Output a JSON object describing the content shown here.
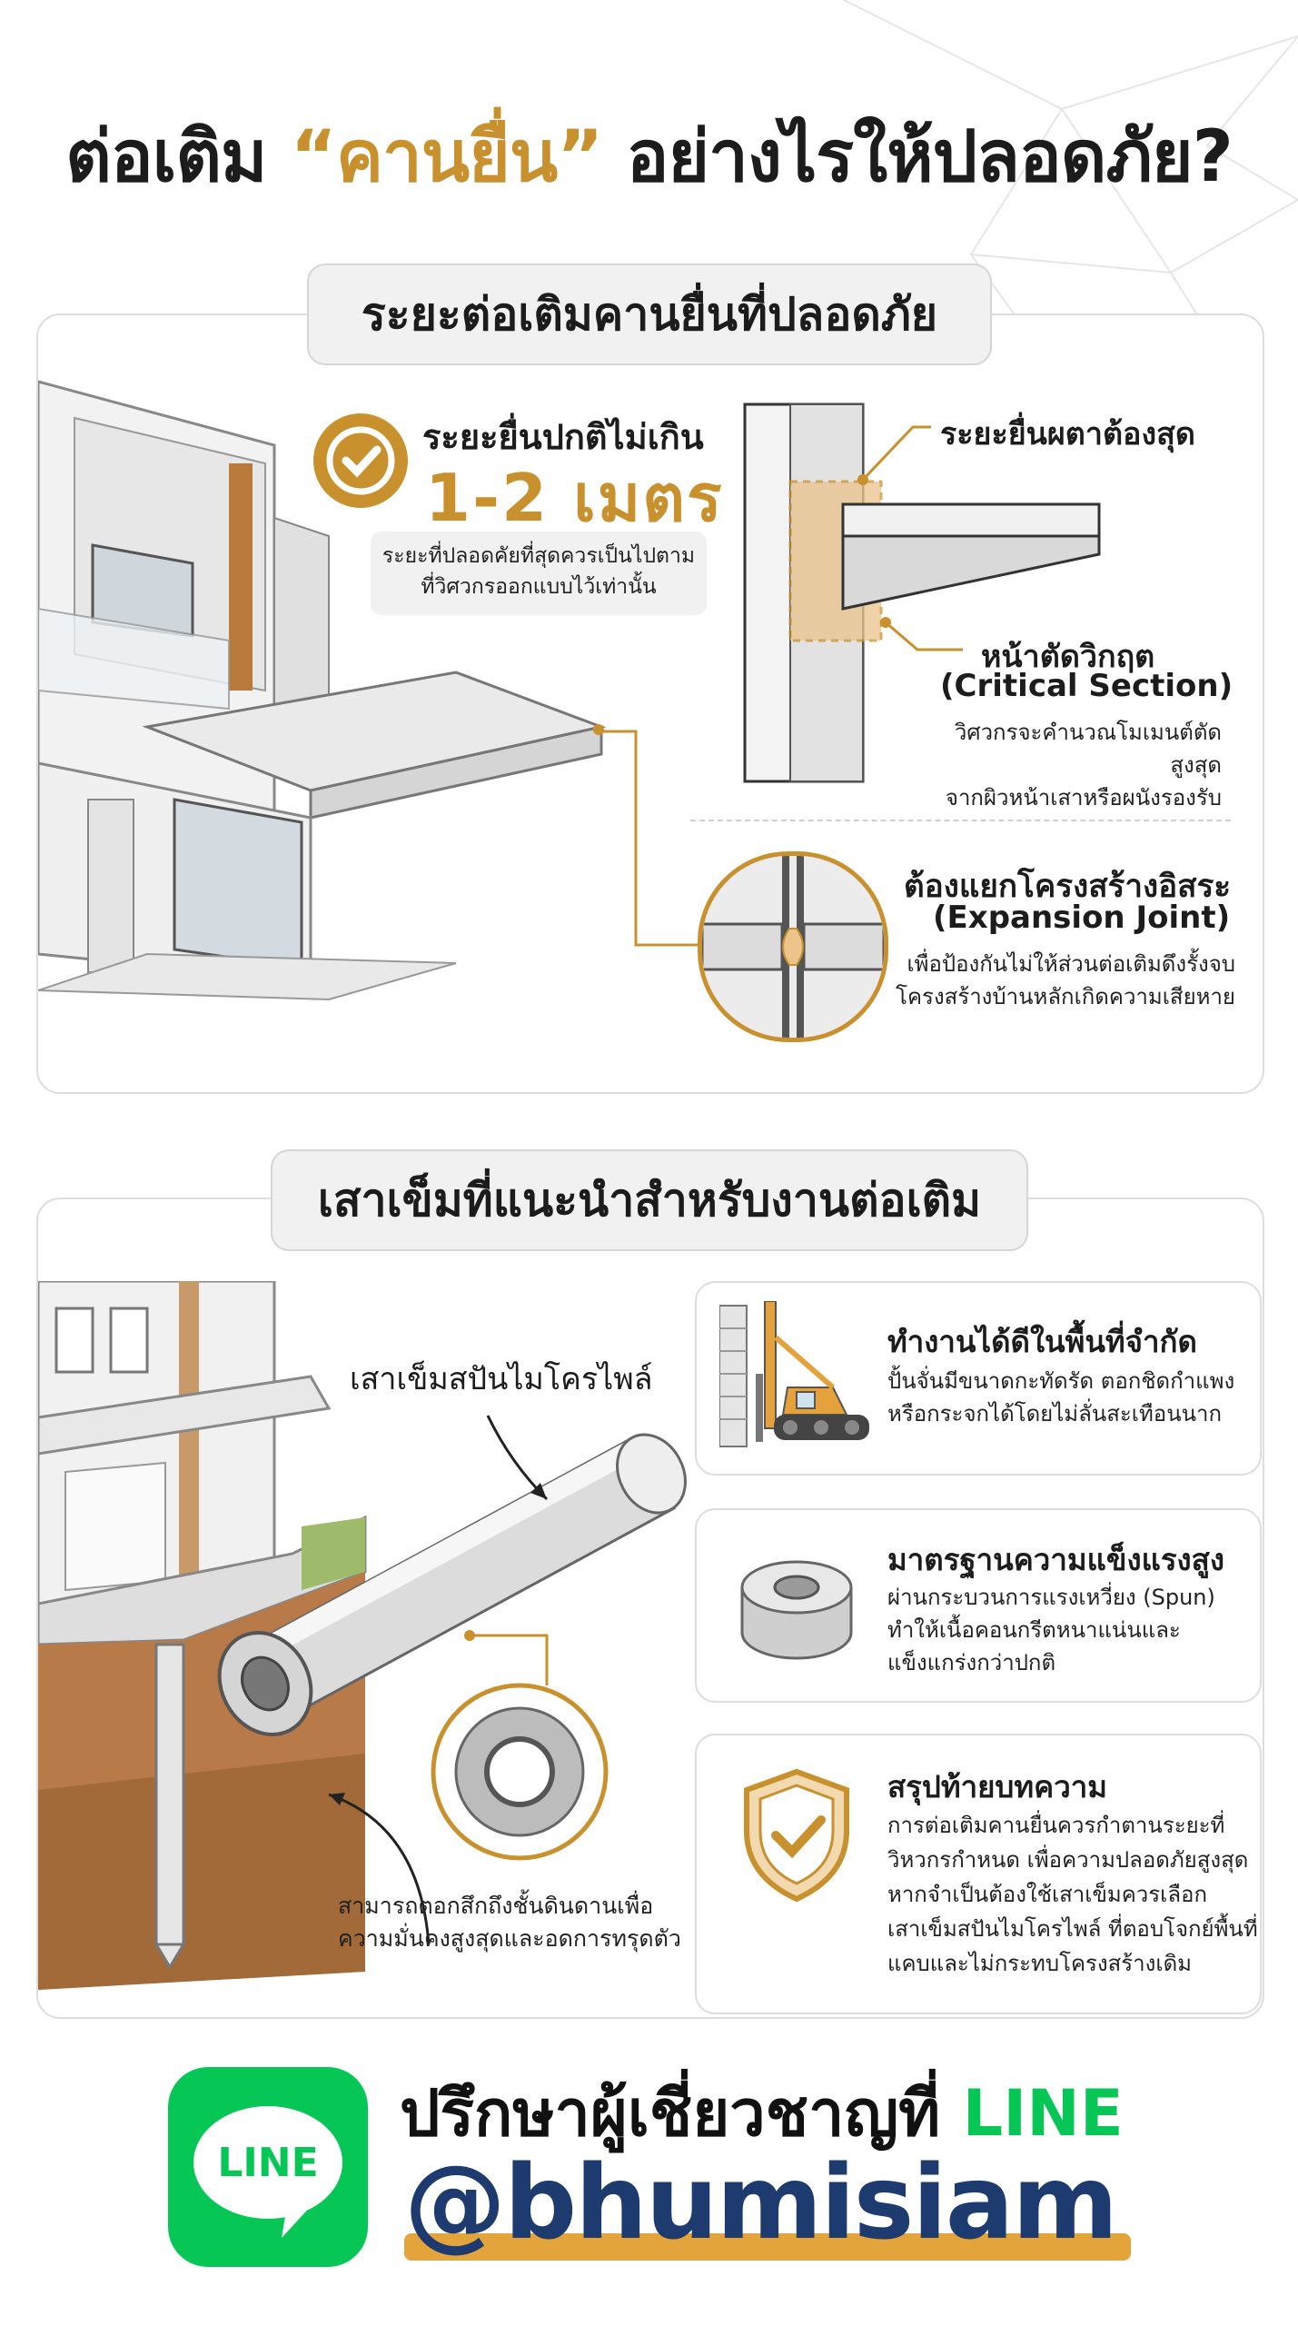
{
  "title": {
    "part1": "ต่อเติม ",
    "highlight": "“คานยื่น”",
    "part2": " อย่างไรให้ปลอดภัย?"
  },
  "section1": {
    "heading": "ระยะต่อเติมคานยื่นที่ปลอดภัย",
    "normal_span_label": "ระยะยื่นปกติไม่เกิน",
    "normal_span_value": "1-2 เมตร",
    "normal_span_note_1": "ระยะที่ปลอดคัยที่สุดควรเป็นไปตาม",
    "normal_span_note_2": "ที่วิศวกรออกแบบไว้เท่านั้น",
    "max_span_label": "ระยะยื่นผตาต้องสุด",
    "critical_title_th": "หน้าตัดวิกฤต",
    "critical_title_en": "(Critical Section)",
    "critical_desc_1": "วิศวกรจะคำนวณโมเมนต์ตัดสูงสุด",
    "critical_desc_2": "จากผิวหน้าเสาหรือผนังรองรับ",
    "joint_title_th": "ต้องแยกโครงสร้างอิสระ",
    "joint_title_en": "(Expansion Joint)",
    "joint_desc_1": "เพื่อป้องกันไม่ให้ส่วนต่อเติมดึงรั้งจบ",
    "joint_desc_2": "โครงสร้างบ้านหลักเกิดความเสียหาย"
  },
  "section2": {
    "heading": "เสาเข็มที่แนะนำสำหรับงานต่อเติม",
    "pile_label": "เสาเข็มสปันไมโครไพล์",
    "pile_note_1": "สามารถตอกสึกถึงชั้นดินดานเพื่อ",
    "pile_note_2": "ความมั่นคงสูงสุดและอดการทรุดตัว",
    "cards": [
      {
        "title": "ทำงานได้ดีในพื้นที่จำกัด",
        "lines": [
          "ปั้นจั่นมีขนาดกะทัดรัด ตอกชิดกำแพง",
          "หรือกระจกได้โดยไม่ลั่นสะเทือนนาก"
        ]
      },
      {
        "title": "มาตรฐานความแข็งแรงสูง",
        "lines": [
          "ผ่านกระบวนการแรงเหวี่ยง (Spun)",
          "ทำให้เนื้อคอนกรีตหนาแน่นและ",
          "แข็งแกร่งกว่าปกติ"
        ]
      },
      {
        "title": "สรุปท้ายบทความ",
        "lines": [
          "การต่อเติมคานยื่นควรกำตานระยะที่",
          "วิหวกรกำหนด เพื่อความปลอดภัยสูงสุด",
          "หากจำเป็นต้องใช้เสาเข็มควรเลือก",
          "เสาเข็มสปันไมโครไพล์ ที่ตอบโจกย์พื้นที่",
          "แคบและไม่กระทบโครงสร้างเดิม"
        ]
      }
    ]
  },
  "cta": {
    "logo_text": "LINE",
    "line1": "ปรึกษาผู้เชี่ยวชาญที่ ",
    "line1_highlight": "LINE",
    "handle": "@bhumisiam"
  },
  "colors": {
    "gold": "#c8912e",
    "line_green": "#06c755",
    "navy": "#1d3b6e",
    "orange_underline": "#e3a53b"
  }
}
